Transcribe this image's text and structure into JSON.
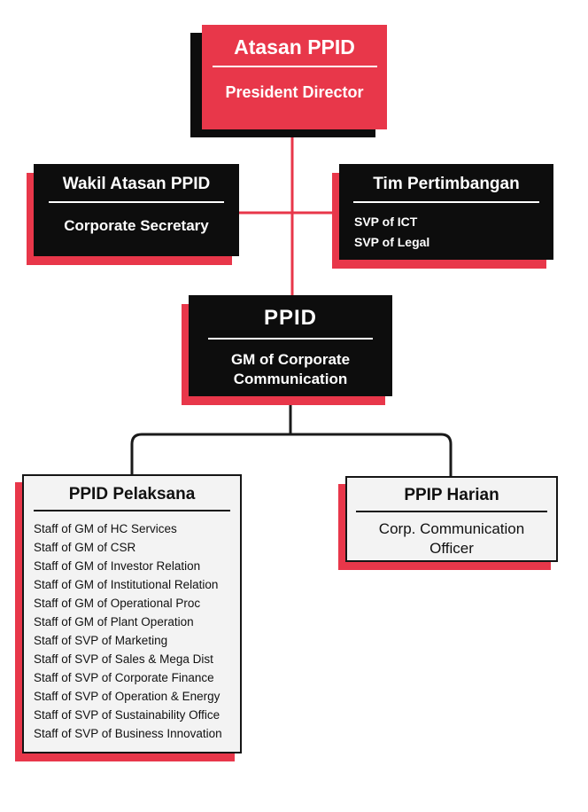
{
  "colors": {
    "accent_red": "#e8374a",
    "box_black": "#0d0d0d",
    "panel_light": "#f3f3f3",
    "page_background": "#ffffff"
  },
  "org_chart": {
    "nodes": {
      "atasan_ppid": {
        "title": "Atasan PPID",
        "subtitle": "President Director"
      },
      "wakil_atasan_ppid": {
        "title": "Wakil Atasan PPID",
        "subtitle": "Corporate Secretary"
      },
      "tim_pertimbangan": {
        "title": "Tim Pertimbangan",
        "members": [
          "SVP of ICT",
          "SVP of Legal"
        ]
      },
      "ppid": {
        "title": "PPID",
        "subtitle": "GM of Corporate Communication"
      },
      "ppid_pelaksana": {
        "title": "PPID Pelaksana",
        "staff": [
          "Staff of GM of HC Services",
          "Staff of GM of CSR",
          "Staff of GM of Investor Relation",
          "Staff of GM of Institutional Relation",
          "Staff of GM of Operational Proc",
          "Staff of GM of Plant Operation",
          "Staff of SVP of Marketing",
          "Staff of SVP of Sales & Mega Dist",
          "Staff of SVP of Corporate Finance",
          "Staff of SVP of Operation & Energy",
          "Staff of SVP of Sustainability Office",
          "Staff of SVP of Business Innovation"
        ]
      },
      "ppip_harian": {
        "title": "PPIP Harian",
        "subtitle": "Corp. Communication Officer"
      }
    }
  }
}
